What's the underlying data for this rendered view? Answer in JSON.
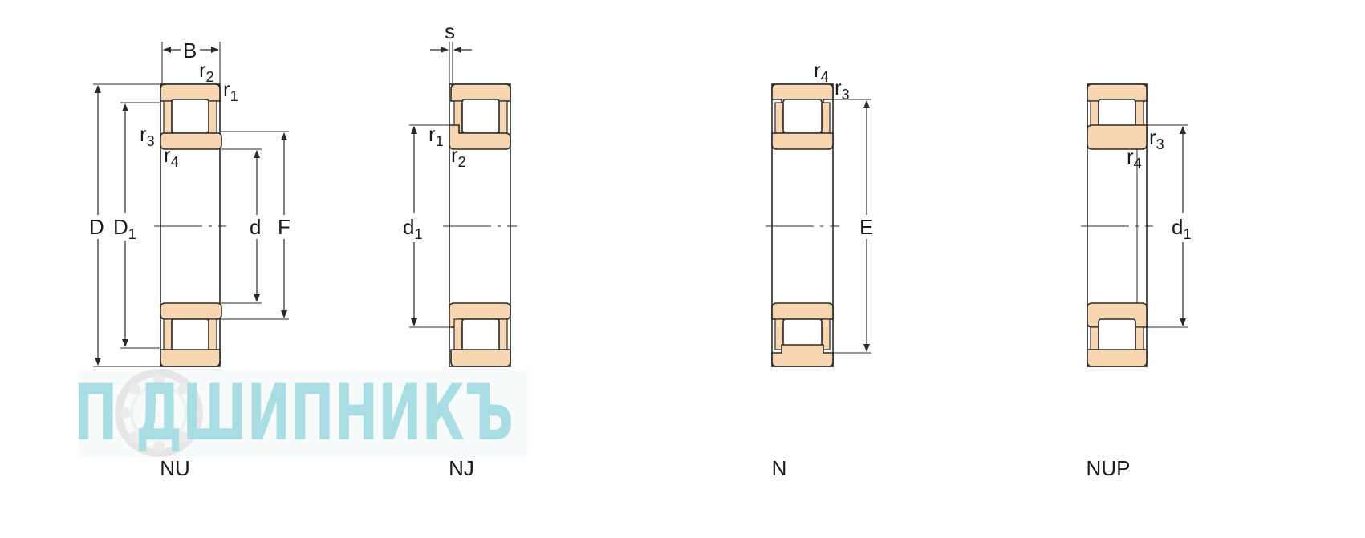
{
  "watermark": {
    "text": "П ДШИПНИКЪ",
    "color": "#a8dde4"
  },
  "colors": {
    "ring_fill": "#f8d6b1",
    "outline": "#2a2a2a"
  },
  "bearings": [
    {
      "caption": "NU",
      "labels": {
        "B": "B",
        "r2": {
          "main": "r",
          "sub": "2"
        },
        "r1": {
          "main": "r",
          "sub": "1"
        },
        "r3": {
          "main": "r",
          "sub": "3"
        },
        "r4": {
          "main": "r",
          "sub": "4"
        },
        "D": "D",
        "D1": {
          "main": "D",
          "sub": "1"
        },
        "d": "d",
        "F": "F"
      }
    },
    {
      "caption": "NJ",
      "labels": {
        "s": "s",
        "r1": {
          "main": "r",
          "sub": "1"
        },
        "r2": {
          "main": "r",
          "sub": "2"
        },
        "d1": {
          "main": "d",
          "sub": "1"
        }
      }
    },
    {
      "caption": "N",
      "labels": {
        "r4": {
          "main": "r",
          "sub": "4"
        },
        "r3": {
          "main": "r",
          "sub": "3"
        },
        "E": "E"
      }
    },
    {
      "caption": "NUP",
      "labels": {
        "r3": {
          "main": "r",
          "sub": "3"
        },
        "r4": {
          "main": "r",
          "sub": "4"
        },
        "d1": {
          "main": "d",
          "sub": "1"
        }
      }
    }
  ]
}
